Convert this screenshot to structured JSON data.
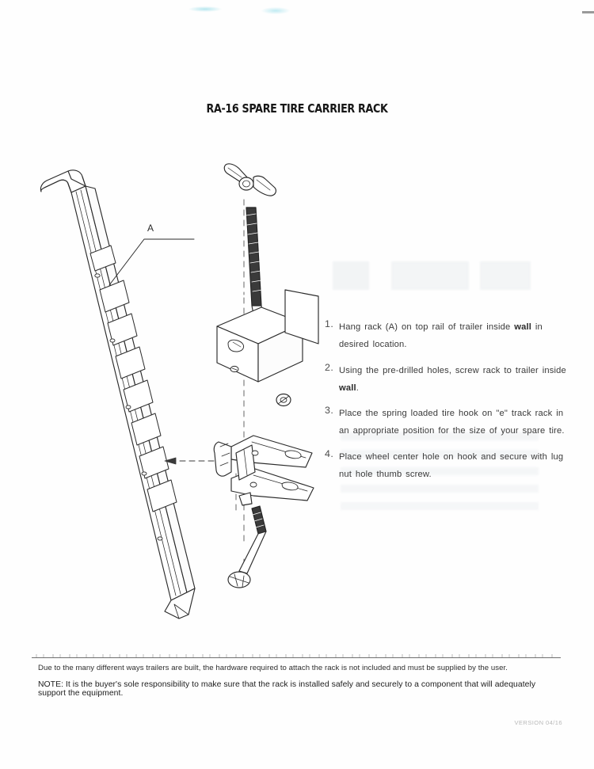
{
  "document": {
    "title": "RA-16 SPARE TIRE CARRIER RACK",
    "version_stamp": "VERSION 04/16"
  },
  "instructions": [
    {
      "number": "1.",
      "text_before": "Hang rack  (A)  on top rail of trailer inside ",
      "emphasis": "wall",
      "text_after": " in desired location."
    },
    {
      "number": "2.",
      "text_before": "Using the pre-drilled holes,   screw rack to trailer  inside ",
      "emphasis": "wall",
      "text_after": "."
    },
    {
      "number": "3.",
      "text_before": "Place the spring loaded tire hook on \"e\" track rack in an appropriate position for the size of your spare tire.",
      "emphasis": "",
      "text_after": ""
    },
    {
      "number": "4.",
      "text_before": "Place wheel center hole on hook and secure with lug nut hole thumb screw.",
      "emphasis": "",
      "text_after": ""
    }
  ],
  "diagram": {
    "callout_label": "A",
    "parts": {
      "rail": "e-track-rail",
      "wing_nut": "wing-nut-thumb-screw",
      "hook_bolt": "spring-loaded-tire-hook",
      "tube": "rectangular-tube-housing",
      "washer": "washer",
      "bracket": "mounting-bracket",
      "bolt": "hex-head-bolt"
    }
  },
  "footer": {
    "note_1": "Due to the many different ways trailers are built, the hardware required to attach the rack is not included and must be supplied by the user.",
    "note_2": "NOTE: It is the buyer's sole responsibility to make sure that the rack is installed safely and securely to a component that will adequately support the equipment."
  }
}
